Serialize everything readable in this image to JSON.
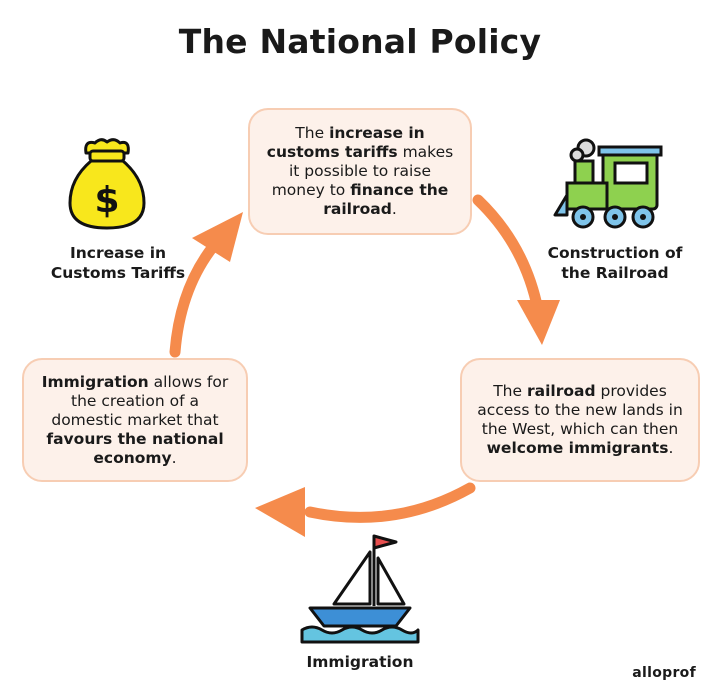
{
  "title": "The National Policy",
  "boxes": {
    "top": [
      "The ",
      "increase in customs tariffs",
      " makes it possible to raise money to ",
      "finance the railroad",
      "."
    ],
    "right": [
      "The ",
      "railroad",
      " provides access to the new lands in the West, which can then ",
      "welcome immigrants",
      "."
    ],
    "left": [
      "Immigration",
      " allows for the creation of a domestic market that ",
      "favours the national economy",
      "."
    ]
  },
  "labels": {
    "tariffs_line1": "Increase in",
    "tariffs_line2": "Customs Tariffs",
    "railroad_line1": "Construction of",
    "railroad_line2": "the Railroad",
    "immigration": "Immigration"
  },
  "icons": {
    "money_bag": "money-bag-icon",
    "dollar_sign": "$",
    "train": "train-icon",
    "sailboat": "sailboat-icon"
  },
  "colors": {
    "arrow": "#f58b4c",
    "box_fill": "#fdf1ea",
    "box_border": "#f7cdb3",
    "bag": "#f8e71c",
    "train": "#8ed14f",
    "train_accent": "#7fc4ea",
    "boat": "#3d8fd6",
    "flag": "#e84f4f",
    "water": "#64c4e0"
  },
  "logo": "alloprof"
}
